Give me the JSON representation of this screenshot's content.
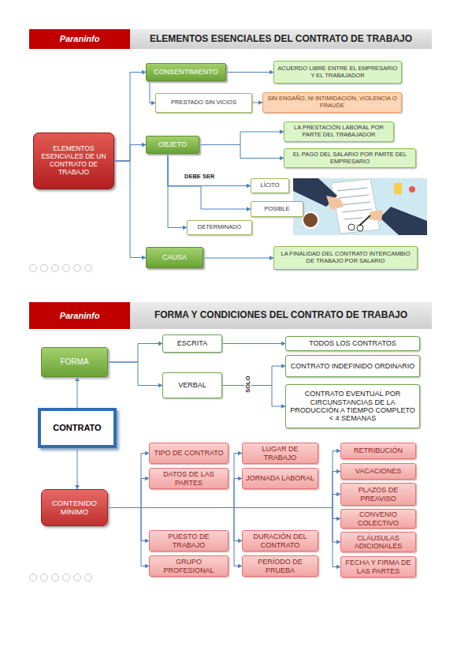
{
  "diagram": {
    "nodes": [
      {
        "text": [
          "Paraninfo"
        ]
      },
      {
        "text": [
          "ELEMENTOS ESENCIALES DEL CONTRATO DE TRABAJO"
        ]
      },
      {
        "text": [
          "ELEMENTOS ESENCIALES DE UN CONTRATO DE TRABAJO"
        ]
      },
      {
        "text": [
          "CONSENTIMIENTO"
        ]
      },
      {
        "text": [
          "ACUERDO LIBRE ENTRE EL EMPRESARIO Y EL TRABAJADOR"
        ]
      },
      {
        "text": [
          "PRESTADO SIN VICIOS"
        ]
      },
      {
        "text": [
          "SIN ENGAÑO, NI INTIMIDACIÓN, VIOLENCIA O FRAUDE"
        ]
      },
      {
        "text": [
          "OBJETO"
        ]
      },
      {
        "text": [
          "LA PRESTACIÓN LABORAL POR PARTE DEL TRABAJADOR"
        ]
      },
      {
        "text": [
          "EL PAGO DEL SALARIO POR PARTE DEL EMPRESARIO"
        ]
      },
      {
        "text": [
          "LÍCITO"
        ]
      },
      {
        "text": [
          "POSIBLE"
        ]
      },
      {
        "text": [
          "DETERMINADO"
        ]
      },
      {
        "text": [
          "CAUSA"
        ]
      },
      {
        "text": [
          "LA FINALIDAD DEL CONTRATO INTERCAMBIO DE TRABAJO POR SALARIO"
        ]
      },
      {
        "text": [
          "Paraninfo"
        ]
      },
      {
        "text": [
          "FORMA Y CONDICIONES DEL CONTRATO DE TRABAJO"
        ]
      },
      {
        "text": [
          "FORMA"
        ]
      },
      {
        "text": [
          "ESCRITA"
        ]
      },
      {
        "text": [
          "TODOS LOS CONTRATOS"
        ]
      },
      {
        "text": [
          "VERBAL"
        ]
      },
      {
        "text": [
          "CONTRATO INDEFINIDO ORDINARIO"
        ]
      },
      {
        "text": [
          "CONTRATO EVENTUAL POR CIRCUNSTANCIAS DE LA PRODUCCIÓN A TIEMPO COMPLETO < 4 SEMANAS"
        ]
      },
      {
        "text": [
          "CONTRATO"
        ]
      },
      {
        "text": [
          "CONTENIDO MÍNIMO"
        ]
      },
      {
        "text": [
          "TIPO DE CONTRATO"
        ]
      },
      {
        "text": [
          "DATOS DE LAS PARTES"
        ]
      },
      {
        "text": [
          "PUESTO DE TRABAJO"
        ]
      },
      {
        "text": [
          "GRUPO PROFESIONAL"
        ]
      },
      {
        "text": [
          "LUGAR DE TRABAJO"
        ]
      },
      {
        "text": [
          "JORNADA LABORAL"
        ]
      },
      {
        "text": [
          "DURACIÓN DEL CONTRATO"
        ]
      },
      {
        "text": [
          "PERÍODO DE PRUEBA"
        ]
      },
      {
        "text": [
          "RETRIBUCIÓN"
        ]
      },
      {
        "text": [
          "VACACIONES"
        ]
      },
      {
        "text": [
          "PLAZOS DE PREAVISO"
        ]
      },
      {
        "text": [
          "CONVENIO COLECTIVO"
        ]
      },
      {
        "text": [
          "CLÁUSULAS ADICIONALES"
        ]
      },
      {
        "text": [
          "FECHA Y FIRMA DE LAS PARTES"
        ]
      }
    ],
    "edges": [
      {
        "from": 2,
        "to": 3,
        "arrow": "to"
      },
      {
        "from": 2,
        "to": 7,
        "arrow": "to"
      },
      {
        "from": 2,
        "to": 13,
        "arrow": "to"
      },
      {
        "from": 3,
        "to": 4,
        "arrow": "to"
      },
      {
        "from": 3,
        "to": 5,
        "arrow": "to"
      },
      {
        "from": 5,
        "to": 6,
        "arrow": "to"
      },
      {
        "from": 7,
        "to": 8,
        "arrow": "to"
      },
      {
        "from": 7,
        "to": 9,
        "arrow": "to"
      },
      {
        "from": 7,
        "to": 10,
        "arrow": "to"
      },
      {
        "from": 7,
        "to": 11,
        "arrow": "to"
      },
      {
        "from": 7,
        "to": 12,
        "arrow": "to"
      },
      {
        "from": 13,
        "to": 14,
        "arrow": "to"
      },
      {
        "from": 17,
        "to": 18,
        "arrow": "to"
      },
      {
        "from": 17,
        "to": 20,
        "arrow": "to"
      },
      {
        "from": 18,
        "to": 19,
        "arrow": "to"
      },
      {
        "from": 20,
        "to": 21,
        "arrow": "to"
      },
      {
        "from": 20,
        "to": 22,
        "arrow": "to"
      },
      {
        "from": 23,
        "to": 17,
        "arrow": "to"
      },
      {
        "from": 23,
        "to": 24,
        "arrow": "to"
      },
      {
        "from": 24,
        "to": 25,
        "arrow": "to"
      },
      {
        "from": 24,
        "to": 26,
        "arrow": "to"
      },
      {
        "from": 24,
        "to": 27,
        "arrow": "to"
      },
      {
        "from": 24,
        "to": 28,
        "arrow": "to"
      },
      {
        "from": 24,
        "to": 29,
        "arrow": "to"
      },
      {
        "from": 24,
        "to": 30,
        "arrow": "to"
      },
      {
        "from": 24,
        "to": 31,
        "arrow": "to"
      },
      {
        "from": 24,
        "to": 32,
        "arrow": "to"
      },
      {
        "from": 24,
        "to": 33,
        "arrow": "to"
      },
      {
        "from": 24,
        "to": 34,
        "arrow": "to"
      },
      {
        "from": 24,
        "to": 35,
        "arrow": "to"
      },
      {
        "from": 24,
        "to": 36,
        "arrow": "to"
      },
      {
        "from": 24,
        "to": 37,
        "arrow": "to"
      },
      {
        "from": 24,
        "to": 38,
        "arrow": "to"
      }
    ],
    "labels": [
      "DEBE SER",
      "SOLO"
    ]
  }
}
